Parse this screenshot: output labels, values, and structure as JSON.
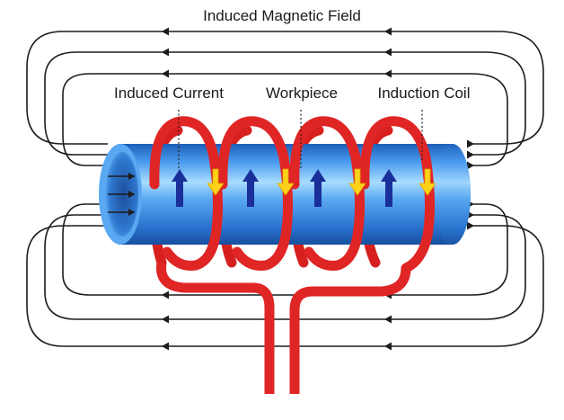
{
  "labels": {
    "field": "Induced Magnetic Field",
    "current": "Induced Current",
    "workpiece": "Workpiece",
    "coil": "Induction Coil"
  },
  "colors": {
    "field_line": "#1c1c1c",
    "coil": "#e02525",
    "coil_highlight": "#ff6b5a",
    "workpiece": "#3f8fe6",
    "workpiece_light": "#a8dcff",
    "workpiece_dark": "#1e5fb8",
    "current_arrow": "#1a2f9a",
    "coil_current_arrow": "#ffd21a"
  },
  "icons": {
    "current_arrow": "up-arrow-icon",
    "coil_current_arrow": "down-arrow-icon",
    "field_arrow_left": "left-arrowhead-icon",
    "field_arrow_right": "right-arrowhead-icon"
  }
}
